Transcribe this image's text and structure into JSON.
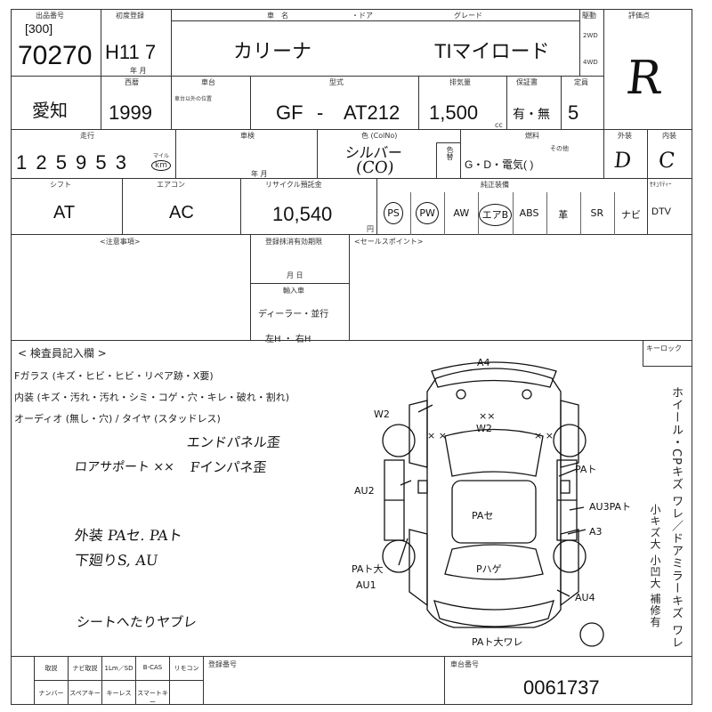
{
  "header": {
    "lot_label": "出品番号",
    "lot_prefix": "[300]",
    "lot_number": "70270",
    "first_reg_label": "初度登録",
    "first_reg_value": "H11  7",
    "month_unit": "年     月",
    "model_name_label": "車　名",
    "model_name": "カリーナ",
    "door_label": "・ドア",
    "grade_label": "グレード",
    "grade": "TIマイロード",
    "drive_label": "駆動",
    "drive_2wd": "2WD",
    "drive_4wd": "4WD",
    "score_label": "評価点",
    "score": "R"
  },
  "row2": {
    "region": "愛知",
    "year_label": "西暦",
    "year": "1999",
    "chassis_label": "車台",
    "chassis_note": "車台以外の位置",
    "type_label": "型式",
    "type_prefix": "GF",
    "type_dash": "-",
    "type_code": "AT212",
    "displacement_label": "排気量",
    "displacement": "1,500",
    "cc": "cc",
    "warranty_label": "保証書",
    "warranty": "有・無",
    "seats_label": "定員",
    "seats": "5"
  },
  "row3": {
    "mileage_label": "走行",
    "mileage": "1 2 5  9 5 3",
    "mileage_unit_top": "マイル",
    "mileage_unit": "km",
    "inspection_label": "車検",
    "inspection_unit": "年        月",
    "color_label": "色 (ColNo)",
    "color_hand": "シルバー",
    "color_code": "(CO)",
    "color_change_label": "色替",
    "fuel_label": "燃料",
    "fuel": "G・D・電気(            )",
    "fuel_other": "その他",
    "exterior_label": "外装",
    "exterior": "D",
    "interior_label": "内装",
    "interior": "C"
  },
  "row4": {
    "shift_label": "シフト",
    "shift": "AT",
    "ac_label": "エアコン",
    "ac": "AC",
    "recycle_label": "リサイクル預託金",
    "recycle": "10,540",
    "yen": "円",
    "equipment_label": "純正装備",
    "equipment": [
      {
        "label": "PS",
        "circled": true
      },
      {
        "label": "PW",
        "circled": true
      },
      {
        "label": "AW",
        "circled": false
      },
      {
        "label": "エアB",
        "circled": true
      },
      {
        "label": "ABS",
        "circled": false
      },
      {
        "label": "革",
        "circled": false
      },
      {
        "label": "SR",
        "circled": false
      },
      {
        "label": "ナビ",
        "circled": false
      },
      {
        "label": "DTV",
        "circled": false
      }
    ],
    "security_label": "ｾｷｭﾘﾃｨｰ"
  },
  "row5": {
    "notes_label": "<注意事項>",
    "registration_label": "登録抹消有効期限",
    "registration_unit": "月        日",
    "import_label": "輸入車",
    "import_dealer": "ディーラー・並行",
    "import_side": "左H  ・ 右H",
    "sales_label": "<セールスポイント>"
  },
  "inspector": {
    "title": "< 検査員記入欄 >",
    "line1": "Fガラス (キズ・ヒビ・ヒビ・リペア跡・X要)",
    "line2": "内装 (キズ・汚れ・汚れ・シミ・コゲ・穴・キレ・破れ・割れ)",
    "line3": "オーディオ (無し・穴) / タイヤ (スタッドレス)",
    "hand1": "エンドパネル歪",
    "hand2": "ロアサポート ××",
    "hand3": "Fインパネ歪",
    "hand4": "外装 PAセ. PAト",
    "hand5": "下廻りS, AU",
    "hand6": "シートへたりヤブレ"
  },
  "diagram": {
    "key_lock": "キーロック",
    "labels": {
      "a4": "A4",
      "w2_left": "W2",
      "w2_center": "W2",
      "xx_center": "××",
      "xx_left": "×\n×",
      "xx_right": "×\n×",
      "au2": "AU2",
      "pat_center": "PAセ",
      "pat_right": "PAト",
      "au3pat": "AU3PAト",
      "a3": "A3",
      "pat_left": "PAト大",
      "au1": "AU1",
      "phage": "Pハゲ",
      "au4": "AU4",
      "rear": "PAト大ワレ"
    }
  },
  "side_vertical": {
    "col1": "ホイール・CPキズ ワレ／ドアミラーキズ ワレ",
    "col2": "小キズ大 小凹大 補修有"
  },
  "footer": {
    "items_top": [
      "取説",
      "ナビ取説",
      "1Lm／SD",
      "B-CAS",
      "リモコン"
    ],
    "items_bottom": [
      "ナンバー",
      "スペアキー",
      "キーレス",
      "スマートキー"
    ],
    "reg_no_label": "登録番号",
    "frame_no_label": "車台番号",
    "frame_no": "0061737"
  }
}
